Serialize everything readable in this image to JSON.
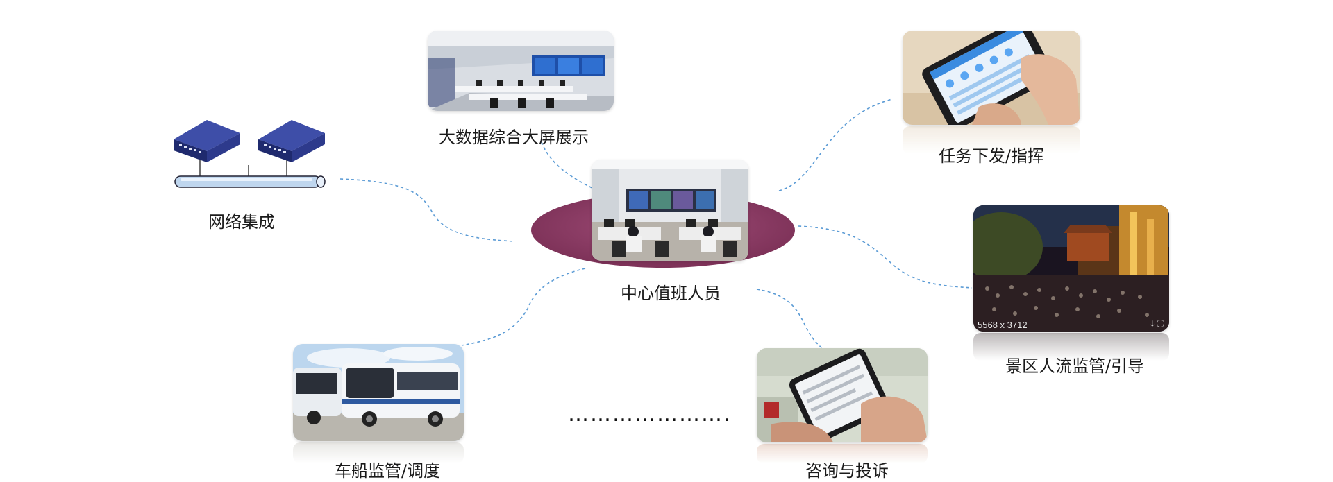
{
  "center": {
    "label": "中心值班人员",
    "accent": "#8b3d64"
  },
  "nodes": {
    "big_screen": {
      "label": "大数据综合大屏展示"
    },
    "task": {
      "label": "任务下发/指挥"
    },
    "network": {
      "label": "网络集成"
    },
    "scenic": {
      "label": "景区人流监管/引导",
      "image_dims": "5568 x 3712"
    },
    "vehicle": {
      "label": "车船监管/调度"
    },
    "consult": {
      "label": "咨询与投诉"
    }
  },
  "ellipsis": "………………….",
  "colors": {
    "connector": "#4a90d9",
    "device": "#2f3e8f"
  }
}
